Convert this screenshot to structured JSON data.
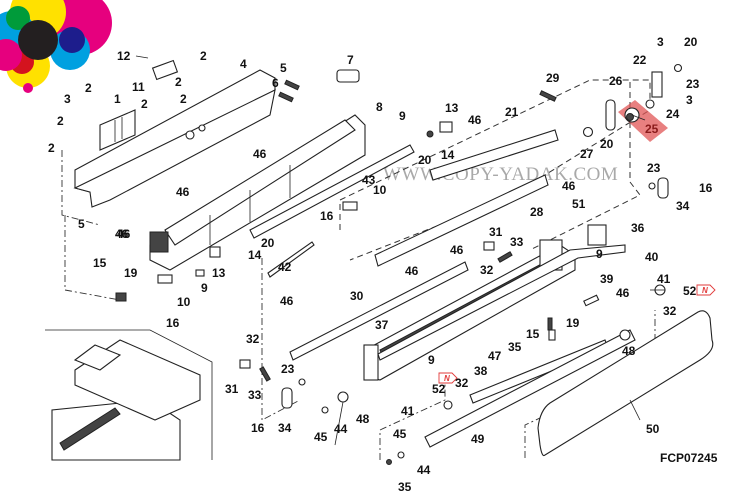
{
  "diagram": {
    "title": "Exploded parts diagram",
    "figure_code": "FCP07245",
    "watermark": "WWW.COPY-YADAK.COM",
    "highlight": {
      "part": "25",
      "color": "#e05555"
    },
    "new_badge": {
      "text": "N",
      "color": "#e23b3b"
    },
    "logo_colors": [
      "#e6007e",
      "#00a0e0",
      "#ffe100",
      "#231f20",
      "#009b3a",
      "#1d1d8c",
      "#d4131e"
    ],
    "labels": [
      {
        "id": "l12",
        "text": "12"
      },
      {
        "id": "l2a",
        "text": "2"
      },
      {
        "id": "l4",
        "text": "4"
      },
      {
        "id": "l11",
        "text": "11"
      },
      {
        "id": "l2b",
        "text": "2"
      },
      {
        "id": "l2c",
        "text": "2"
      },
      {
        "id": "l3a",
        "text": "3"
      },
      {
        "id": "l1",
        "text": "1"
      },
      {
        "id": "l2d",
        "text": "2"
      },
      {
        "id": "l2e",
        "text": "2"
      },
      {
        "id": "l2f",
        "text": "2"
      },
      {
        "id": "l2g",
        "text": "2"
      },
      {
        "id": "l5a",
        "text": "5"
      },
      {
        "id": "l6",
        "text": "6"
      },
      {
        "id": "l7",
        "text": "7"
      },
      {
        "id": "l8",
        "text": "8"
      },
      {
        "id": "l9a",
        "text": "9"
      },
      {
        "id": "l13a",
        "text": "13"
      },
      {
        "id": "l46a",
        "text": "46"
      },
      {
        "id": "l20a",
        "text": "20"
      },
      {
        "id": "l14a",
        "text": "14"
      },
      {
        "id": "l46b",
        "text": "46"
      },
      {
        "id": "l46c",
        "text": "46"
      },
      {
        "id": "l46d",
        "text": "46"
      },
      {
        "id": "l43",
        "text": "43"
      },
      {
        "id": "l10a",
        "text": "10"
      },
      {
        "id": "l16a",
        "text": "16"
      },
      {
        "id": "l29",
        "text": "29"
      },
      {
        "id": "l21",
        "text": "21"
      },
      {
        "id": "l26",
        "text": "26"
      },
      {
        "id": "l22",
        "text": "22"
      },
      {
        "id": "l3b",
        "text": "3"
      },
      {
        "id": "l20b",
        "text": "20"
      },
      {
        "id": "l23a",
        "text": "23"
      },
      {
        "id": "l3c",
        "text": "3"
      },
      {
        "id": "l24",
        "text": "24"
      },
      {
        "id": "l25",
        "text": "25"
      },
      {
        "id": "l27",
        "text": "27"
      },
      {
        "id": "l20c",
        "text": "20"
      },
      {
        "id": "l23b",
        "text": "23"
      },
      {
        "id": "l16b",
        "text": "16"
      },
      {
        "id": "l34a",
        "text": "34"
      },
      {
        "id": "l46e",
        "text": "46"
      },
      {
        "id": "l28",
        "text": "28"
      },
      {
        "id": "l51",
        "text": "51"
      },
      {
        "id": "l36",
        "text": "36"
      },
      {
        "id": "l5b",
        "text": "5"
      },
      {
        "id": "l46f",
        "text": "46"
      },
      {
        "id": "l20d",
        "text": "20"
      },
      {
        "id": "l14b",
        "text": "14"
      },
      {
        "id": "l42",
        "text": "42"
      },
      {
        "id": "l15a",
        "text": "15"
      },
      {
        "id": "l19a",
        "text": "19"
      },
      {
        "id": "l13b",
        "text": "13"
      },
      {
        "id": "l9b",
        "text": "9"
      },
      {
        "id": "l10b",
        "text": "10"
      },
      {
        "id": "l16c",
        "text": "16"
      },
      {
        "id": "l46g",
        "text": "46"
      },
      {
        "id": "l31a",
        "text": "31"
      },
      {
        "id": "l33a",
        "text": "33"
      },
      {
        "id": "l46h",
        "text": "46"
      },
      {
        "id": "l32a",
        "text": "32"
      },
      {
        "id": "l46i",
        "text": "46"
      },
      {
        "id": "l9c",
        "text": "9"
      },
      {
        "id": "l40",
        "text": "40"
      },
      {
        "id": "l30",
        "text": "30"
      },
      {
        "id": "l41a",
        "text": "41"
      },
      {
        "id": "l52a",
        "text": "52"
      },
      {
        "id": "l39",
        "text": "39"
      },
      {
        "id": "l46j",
        "text": "46"
      },
      {
        "id": "l32b",
        "text": "32"
      },
      {
        "id": "l37",
        "text": "37"
      },
      {
        "id": "l15b",
        "text": "15"
      },
      {
        "id": "l19b",
        "text": "19"
      },
      {
        "id": "l35a",
        "text": "35"
      },
      {
        "id": "l48a",
        "text": "48"
      },
      {
        "id": "l47",
        "text": "47"
      },
      {
        "id": "l9d",
        "text": "9"
      },
      {
        "id": "l38",
        "text": "38"
      },
      {
        "id": "l32c",
        "text": "32"
      },
      {
        "id": "l31b",
        "text": "31"
      },
      {
        "id": "l23c",
        "text": "23"
      },
      {
        "id": "l33b",
        "text": "33"
      },
      {
        "id": "l52b",
        "text": "52"
      },
      {
        "id": "l32d",
        "text": "32"
      },
      {
        "id": "l41b",
        "text": "41"
      },
      {
        "id": "l16d",
        "text": "16"
      },
      {
        "id": "l34b",
        "text": "34"
      },
      {
        "id": "l45a",
        "text": "45"
      },
      {
        "id": "l44a",
        "text": "44"
      },
      {
        "id": "l48b",
        "text": "48"
      },
      {
        "id": "l45b",
        "text": "45"
      },
      {
        "id": "l49",
        "text": "49"
      },
      {
        "id": "l50",
        "text": "50"
      },
      {
        "id": "l44b",
        "text": "44"
      },
      {
        "id": "l35b",
        "text": "35"
      }
    ]
  }
}
